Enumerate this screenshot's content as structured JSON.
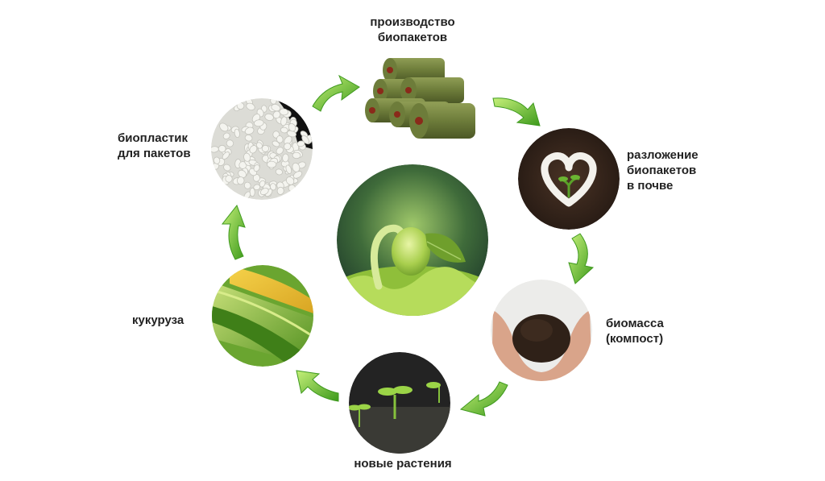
{
  "diagram": {
    "stages": [
      {
        "id": "production",
        "lines": [
          "производство",
          "биопакетов"
        ]
      },
      {
        "id": "decomposition",
        "lines": [
          "разложение",
          "биопакетов",
          "в почве"
        ]
      },
      {
        "id": "biomass",
        "lines": [
          "биомасса",
          "(компост)"
        ]
      },
      {
        "id": "new-plants",
        "lines": [
          "новые растения"
        ]
      },
      {
        "id": "corn",
        "lines": [
          "кукуруза"
        ]
      },
      {
        "id": "bioplastic",
        "lines": [
          "биопластик",
          "для пакетов"
        ]
      }
    ]
  },
  "colors": {
    "arrow_dark": "#3f9a1f",
    "arrow_light": "#a9e46a",
    "text": "#222222"
  }
}
